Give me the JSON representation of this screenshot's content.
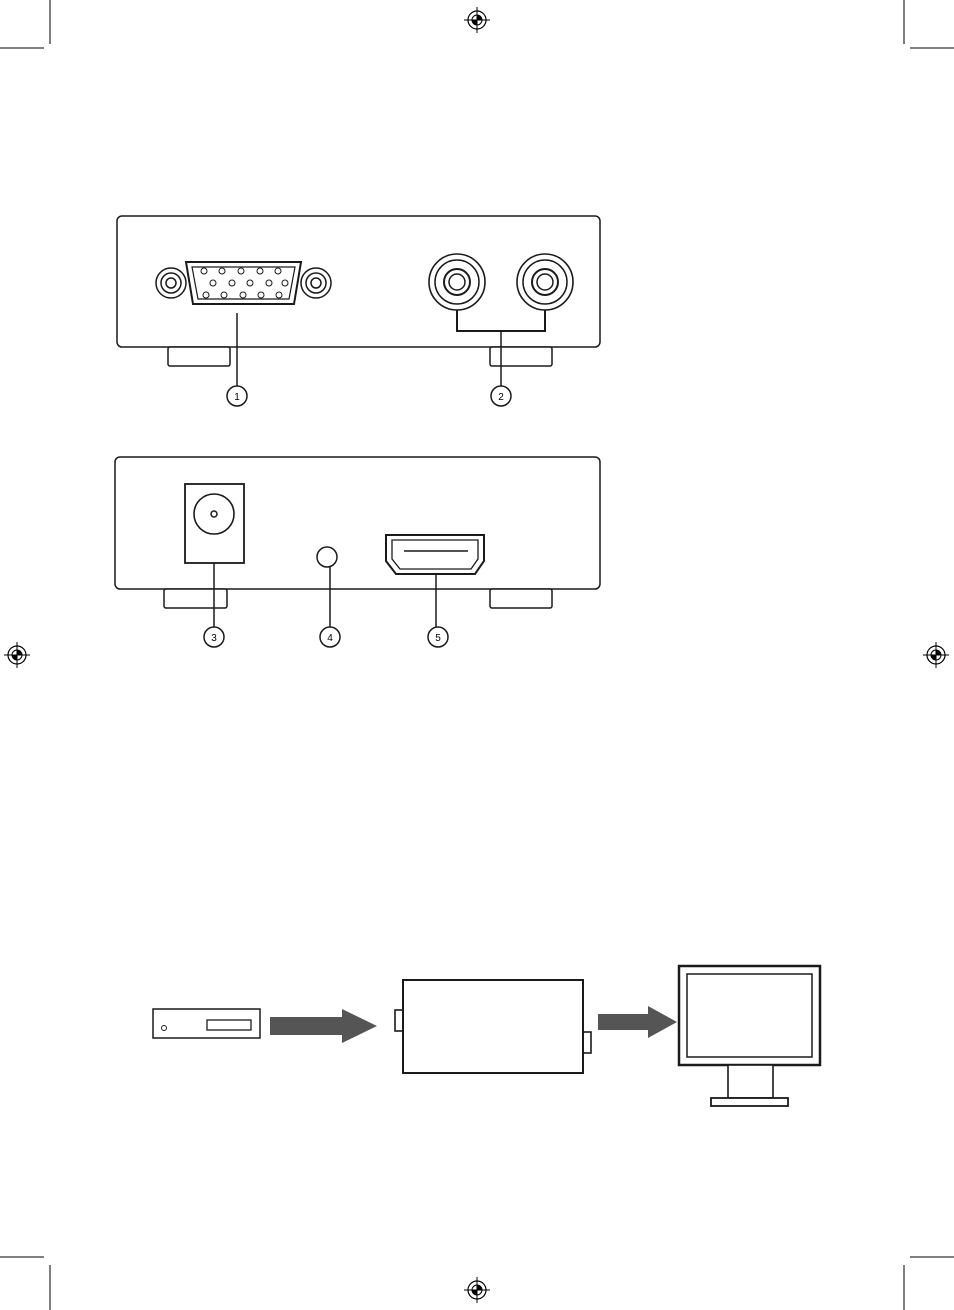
{
  "colors": {
    "ink": "#1a1a1a",
    "paper": "#ffffff",
    "arrow": "#555555"
  },
  "front_panel": {
    "callouts": [
      {
        "number": "1",
        "target": "vga-input-port"
      },
      {
        "number": "2",
        "target": "audio-rca-jacks"
      }
    ]
  },
  "rear_panel": {
    "callouts": [
      {
        "number": "3",
        "target": "dc-power-jack"
      },
      {
        "number": "4",
        "target": "indicator-led"
      },
      {
        "number": "5",
        "target": "hdmi-output-port"
      }
    ]
  },
  "connection_diagram": {
    "devices": [
      "source-player-icon",
      "converter-box-icon",
      "monitor-icon"
    ]
  },
  "print_marks": [
    "registration-mark-top",
    "registration-mark-left",
    "registration-mark-right",
    "registration-mark-bottom"
  ]
}
